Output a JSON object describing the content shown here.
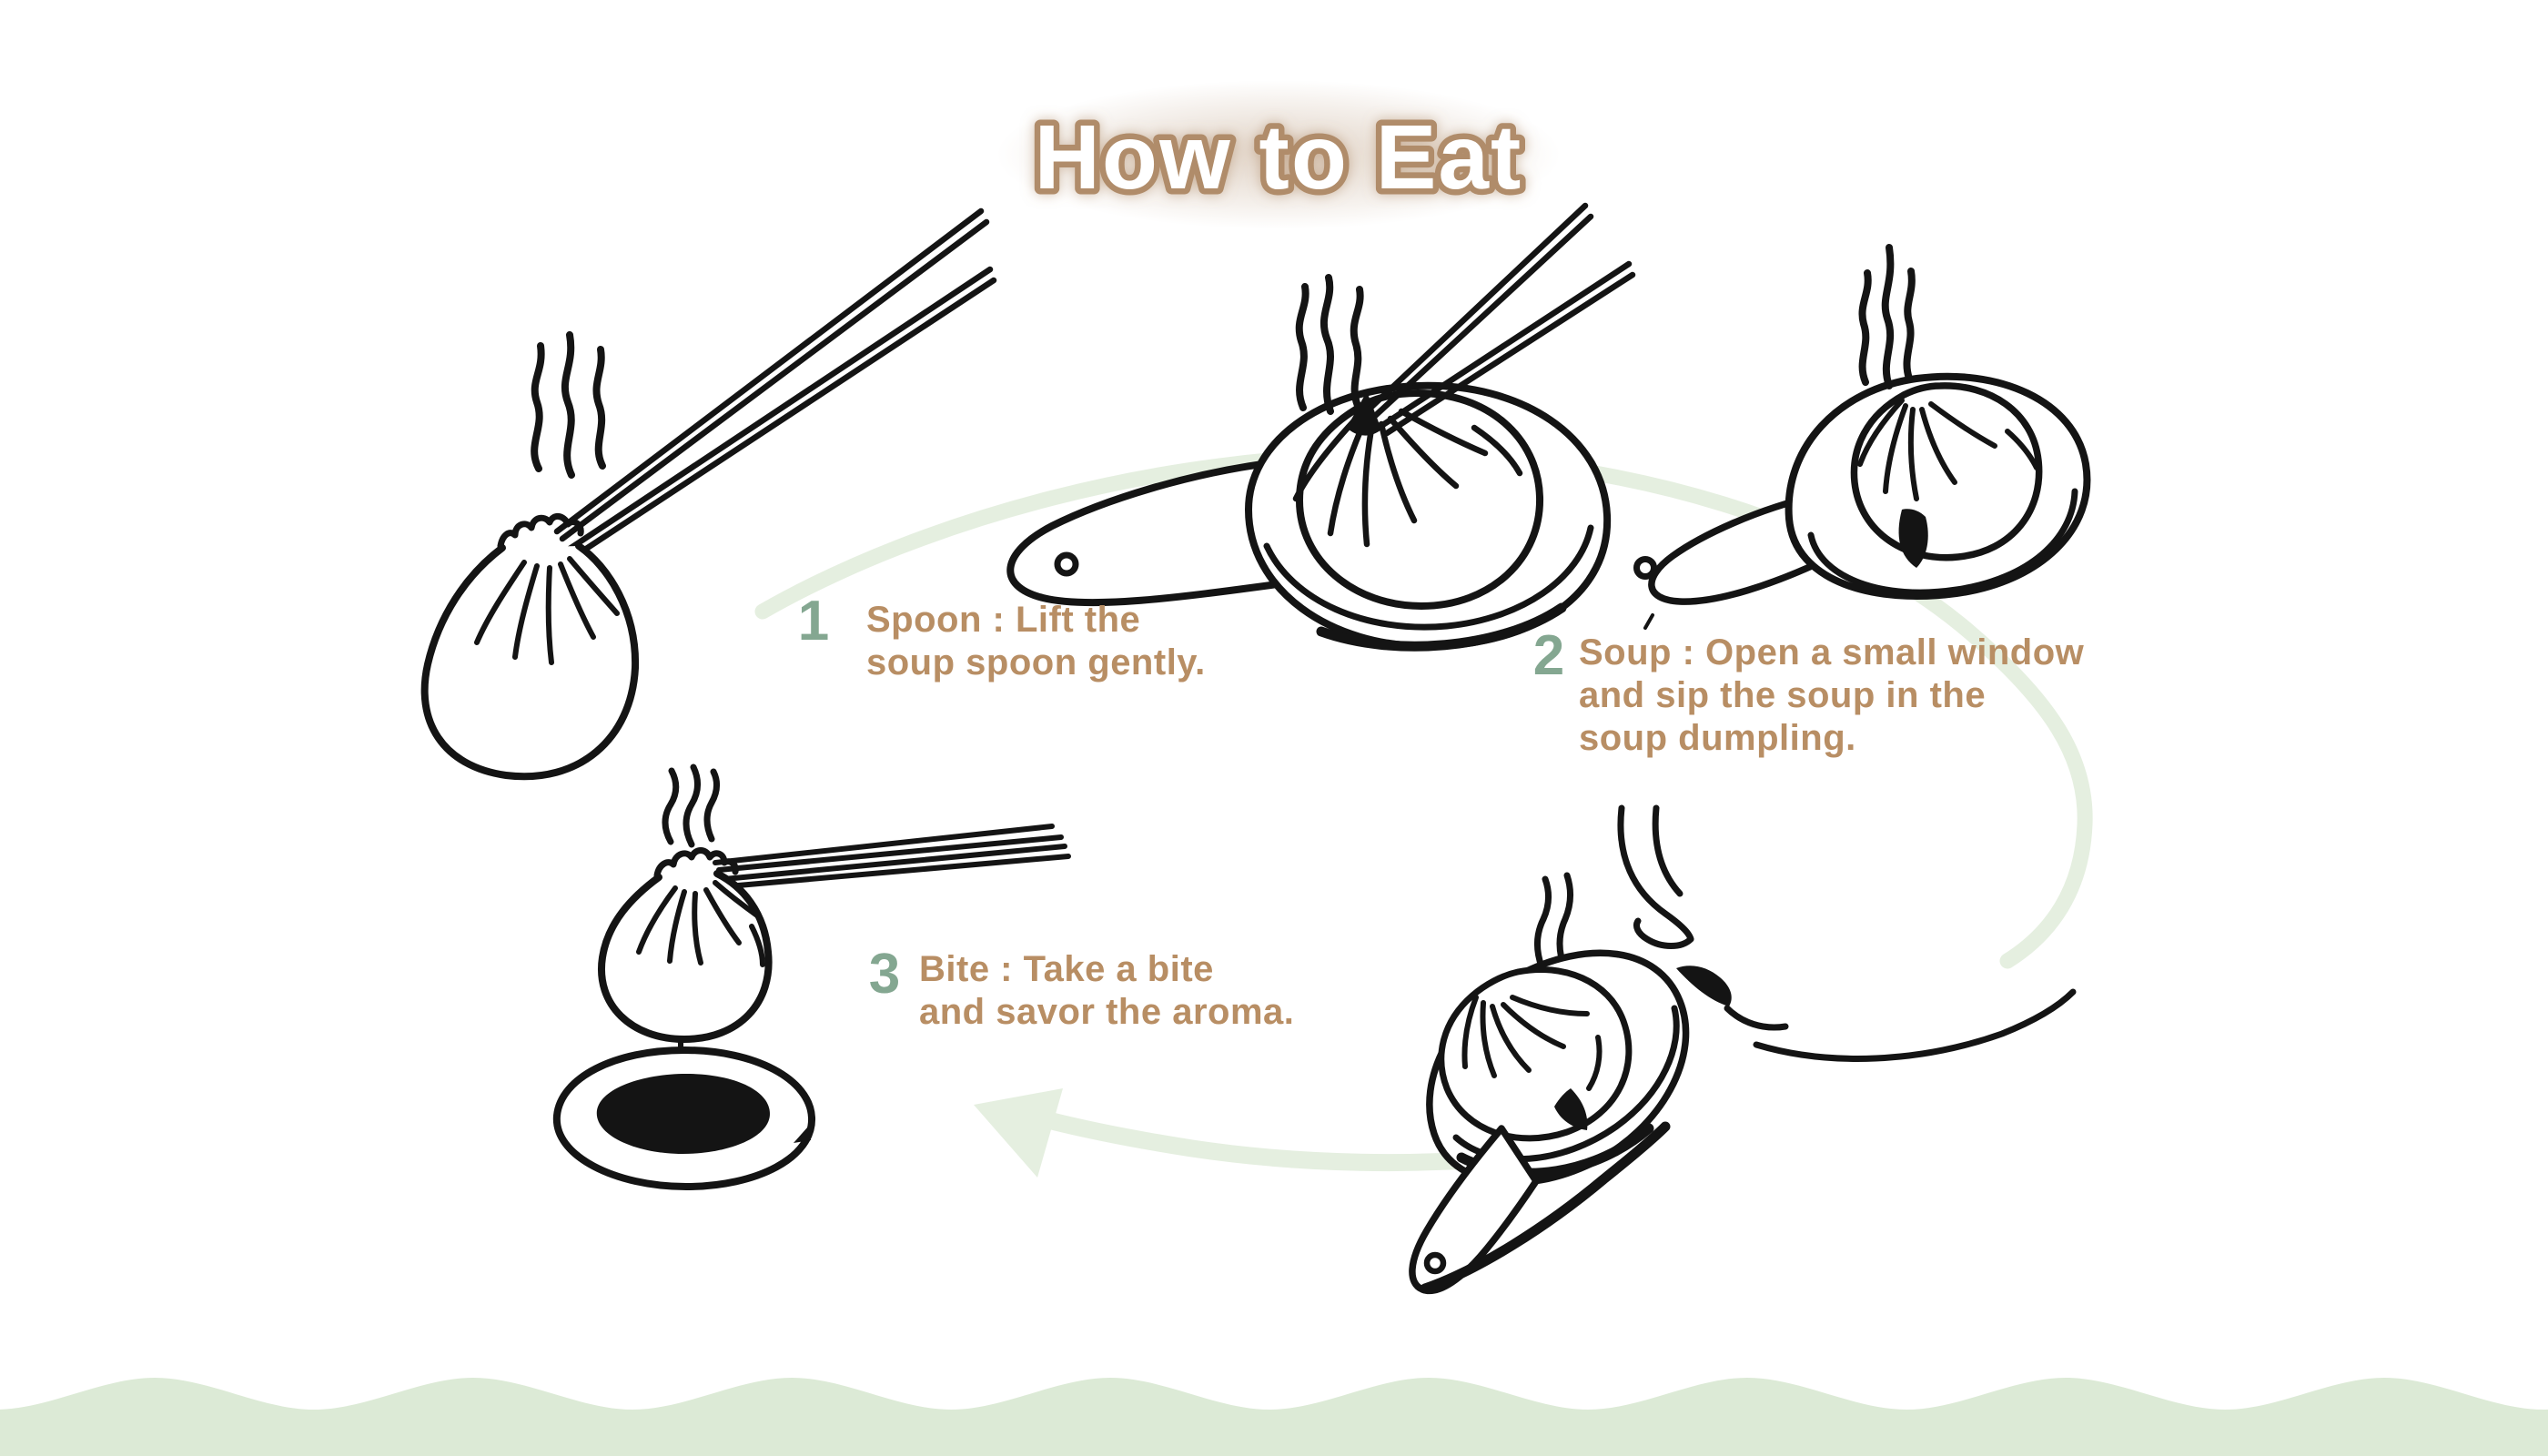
{
  "title": {
    "text": "How to Eat"
  },
  "steps": [
    {
      "number": "1",
      "lines": [
        "Spoon : Lift the",
        "soup spoon gently."
      ]
    },
    {
      "number": "2",
      "lines": [
        "Soup : Open a small window",
        "and sip the soup in the",
        "soup dumpling."
      ]
    },
    {
      "number": "3",
      "lines": [
        "Bite : Take a bite",
        "and savor the aroma."
      ]
    }
  ],
  "colors": {
    "background": "#ffffff",
    "text_brown": "#b88e64",
    "step_number_green": "#84a791",
    "title_fill": "#ffffff",
    "title_outline": "#b08c6a",
    "flow_arrow_green": "#e5efe0",
    "wave_band_green": "#dcead6",
    "line_art_black": "#141414"
  }
}
